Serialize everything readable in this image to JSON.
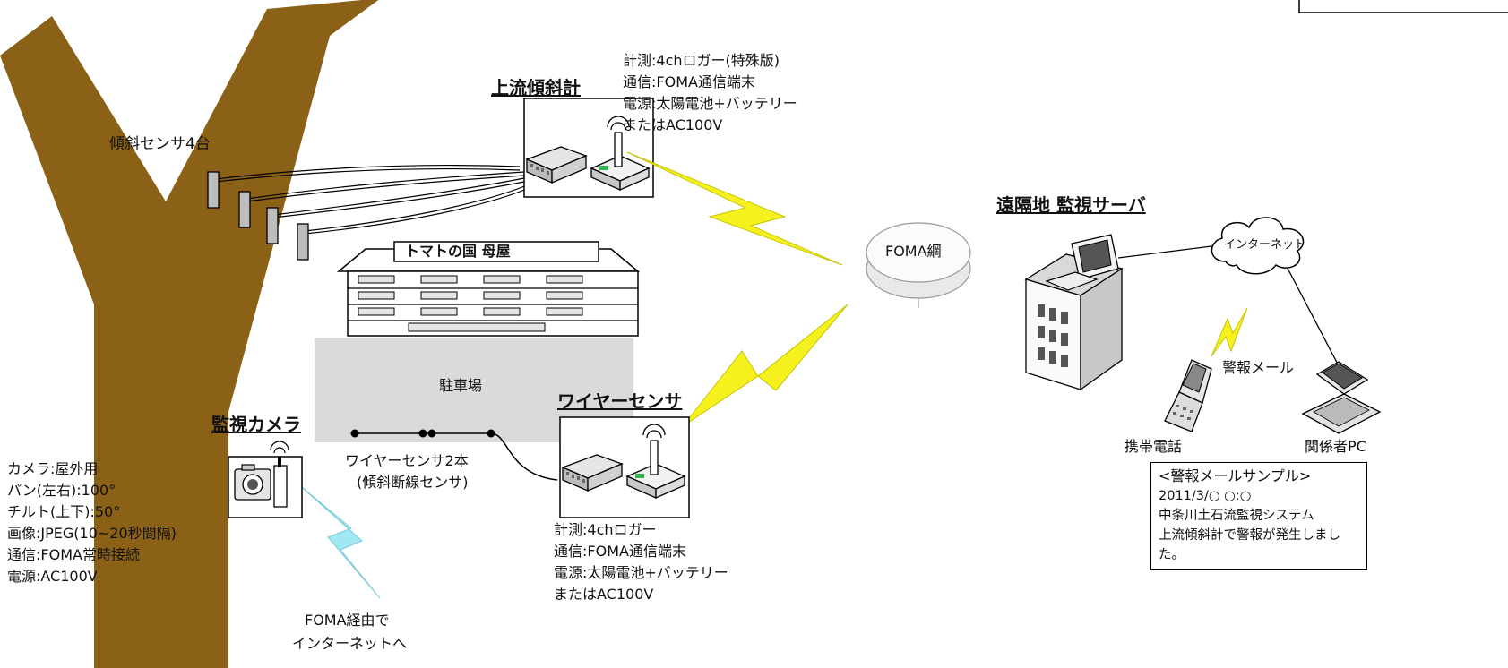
{
  "corner_box": "",
  "tree": {
    "sensors_label": "傾斜センサ4台"
  },
  "upstream": {
    "title": "上流傾斜計",
    "specs": [
      "計測:4chロガー(特殊版)",
      "通信:FOMA通信端末",
      "電源:太陽電池+バッテリー",
      "またはAC100V"
    ]
  },
  "building": {
    "name": "トマトの国 母屋",
    "parking": "駐車場"
  },
  "wire": {
    "title": "ワイヤーセンサ",
    "sensors_label_1": "ワイヤーセンサ2本",
    "sensors_label_2": "(傾斜断線センサ)",
    "specs": [
      "計測:4chロガー",
      "通信:FOMA通信端末",
      "電源:太陽電池+バッテリー",
      "またはAC100V"
    ]
  },
  "camera": {
    "title": "監視カメラ",
    "specs": [
      "カメラ:屋外用",
      "パン(左右):100°",
      "チルト(上下):50°",
      "画像:JPEG(10~20秒間隔)",
      "通信:FOMA常時接続",
      "電源:AC100V"
    ],
    "via_1": "FOMA経由で",
    "via_2": "インターネットへ"
  },
  "network": {
    "foma": "FOMA網",
    "internet": "インターネット"
  },
  "server": {
    "title": "遠隔地 監視サーバ"
  },
  "alert": {
    "label": "警報メール",
    "phone": "携帯電話",
    "pc": "関係者PC"
  },
  "mail_sample": {
    "header": "<警報メールサンプル>",
    "date": "2011/3/○ ○:○",
    "system": "中条川土石流監視システム",
    "message_1": "上流傾斜計で警報が発生しまし",
    "message_2": "た。"
  },
  "colors": {
    "tree": "#8B6118",
    "bolt": "#F4F11E",
    "bolt_cyan": "#9FE8F4",
    "parking": "#DADADA",
    "led_green": "#2FB34A"
  }
}
